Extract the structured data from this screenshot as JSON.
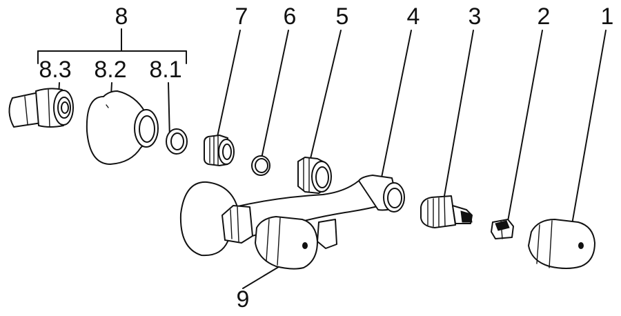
{
  "diagram": {
    "callouts": [
      {
        "id": "1",
        "label": "1"
      },
      {
        "id": "2",
        "label": "2"
      },
      {
        "id": "3",
        "label": "3"
      },
      {
        "id": "4",
        "label": "4"
      },
      {
        "id": "5",
        "label": "5"
      },
      {
        "id": "6",
        "label": "6"
      },
      {
        "id": "7",
        "label": "7"
      },
      {
        "id": "8",
        "label": "8"
      },
      {
        "id": "8.1",
        "label": "8.1"
      },
      {
        "id": "8.2",
        "label": "8.2"
      },
      {
        "id": "8.3",
        "label": "8.3"
      },
      {
        "id": "9",
        "label": "9"
      }
    ],
    "colors": {
      "line": "#111111",
      "background": "#ffffff"
    }
  }
}
